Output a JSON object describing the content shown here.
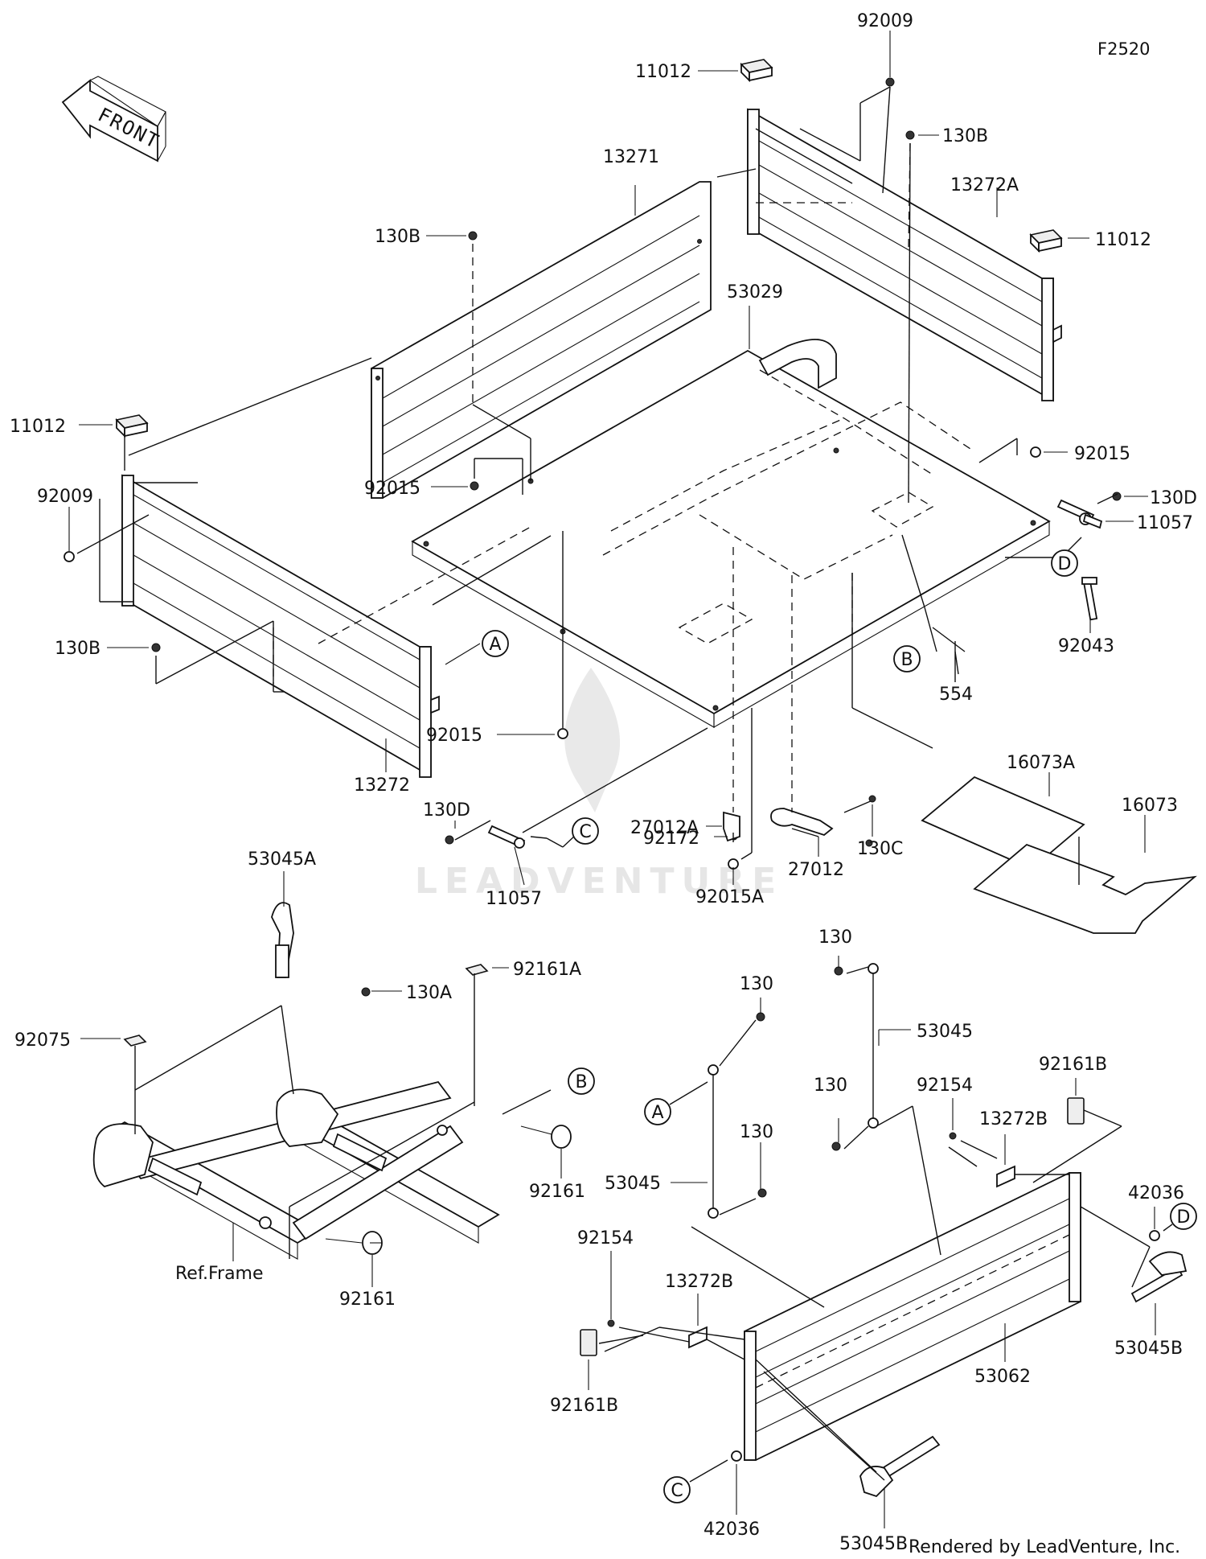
{
  "diagram_code": "F2520",
  "front_label": "FRONT",
  "credit": "Rendered by LeadVenture, Inc.",
  "watermark": "LEADVENTURE",
  "callouts": [
    "A",
    "B",
    "C",
    "D"
  ],
  "parts": [
    {
      "number": "92009"
    },
    {
      "number": "11012"
    },
    {
      "number": "130B"
    },
    {
      "number": "13272A"
    },
    {
      "number": "11012"
    },
    {
      "number": "13271"
    },
    {
      "number": "130B"
    },
    {
      "number": "53029"
    },
    {
      "number": "11012"
    },
    {
      "number": "92015"
    },
    {
      "number": "92009"
    },
    {
      "number": "92015"
    },
    {
      "number": "130D"
    },
    {
      "number": "11057"
    },
    {
      "number": "92043"
    },
    {
      "number": "130B"
    },
    {
      "number": "554"
    },
    {
      "number": "92015"
    },
    {
      "number": "13272"
    },
    {
      "number": "16073A"
    },
    {
      "number": "16073"
    },
    {
      "number": "130D"
    },
    {
      "number": "27012A"
    },
    {
      "number": "92172"
    },
    {
      "number": "27012"
    },
    {
      "number": "130C"
    },
    {
      "number": "11057"
    },
    {
      "number": "92015A"
    },
    {
      "number": "53045A"
    },
    {
      "number": "92161A"
    },
    {
      "number": "130A"
    },
    {
      "number": "92075"
    },
    {
      "number": "92161"
    },
    {
      "number": "92161"
    },
    {
      "number": "Ref.Frame"
    },
    {
      "number": "130"
    },
    {
      "number": "130"
    },
    {
      "number": "53045"
    },
    {
      "number": "92161B"
    },
    {
      "number": "130"
    },
    {
      "number": "92154"
    },
    {
      "number": "13272B"
    },
    {
      "number": "130"
    },
    {
      "number": "53045"
    },
    {
      "number": "42036"
    },
    {
      "number": "92154"
    },
    {
      "number": "13272B"
    },
    {
      "number": "53045B"
    },
    {
      "number": "53062"
    },
    {
      "number": "92161B"
    },
    {
      "number": "42036"
    },
    {
      "number": "53045B"
    }
  ]
}
